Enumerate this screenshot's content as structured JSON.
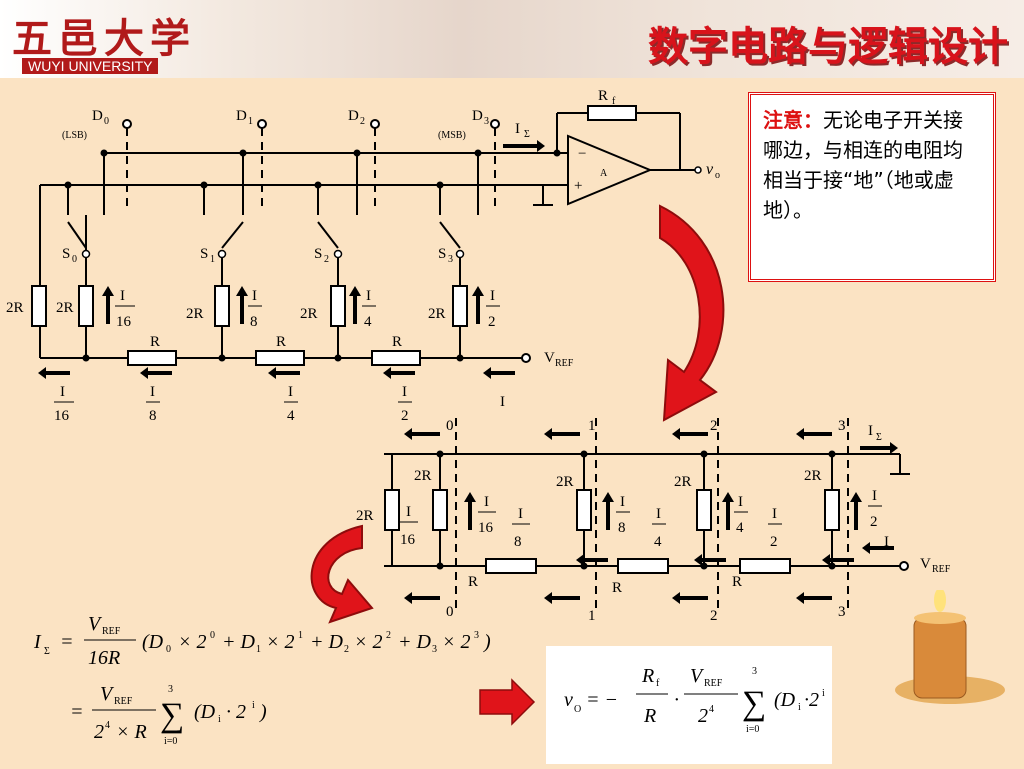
{
  "header": {
    "logo_cn": "五邑大学",
    "logo_en": "WUYI UNIVERSITY",
    "title": "数字电路与逻辑设计"
  },
  "note": {
    "lead": "注意：",
    "text": "无论电子开关接哪边，与相连的电阻均相当于接“地”（地或虚地）。"
  },
  "circuit1": {
    "labels": {
      "d0": "D",
      "d1": "D",
      "d2": "D",
      "d3": "D",
      "lsb": "(LSB)",
      "msb": "(MSB)",
      "rf": "R",
      "opamp": "A",
      "vout": "v",
      "isum": "I",
      "vref": "V",
      "vref_sub": "REF",
      "i_total": "I"
    },
    "resistors": {
      "r2": "2R",
      "r": "R"
    },
    "switches": [
      "S",
      "S",
      "S",
      "S"
    ],
    "currents_branch": [
      "16",
      "8",
      "4",
      "2"
    ],
    "currents_bottom": [
      "16",
      "8",
      "4",
      "2"
    ]
  },
  "circuit2": {
    "nodes_top": [
      "0",
      "1",
      "2",
      "3"
    ],
    "nodes_bottom": [
      "0",
      "1",
      "2",
      "3"
    ],
    "isum": "I",
    "vref": "V",
    "vref_sub": "REF",
    "i_total": "I",
    "r2": "2R",
    "r": "R",
    "currents": [
      "16",
      "8",
      "4",
      "2"
    ]
  },
  "formula": {
    "line1": "I_Σ = (V_REF/16R)(D0×2^0 + D1×2^1 + D2×2^2 + D3×2^3)",
    "line2": "= V_REF/(2^4×R) Σ(Di·2^i)",
    "result": "v_O = −(Rf/R)·(V_REF/2^4) Σ(Di·2^i)"
  },
  "colors": {
    "title": "#d8131b",
    "arrow_fill": "#e0141a",
    "background": "#fbe3c3"
  },
  "icons": [
    "candle-icon",
    "curved-arrow-icon",
    "right-arrow-icon"
  ]
}
